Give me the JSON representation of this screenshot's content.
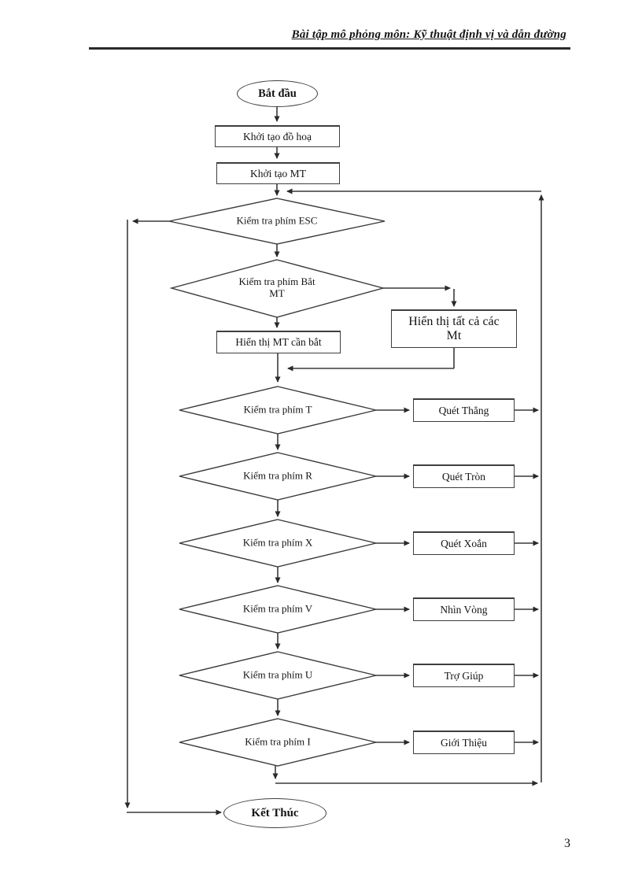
{
  "page": {
    "header": "Bài tập mô phỏng môn: Kỹ thuật định vị và dẫn đường",
    "page_number": "3"
  },
  "flow": {
    "start": "Bắt đầu",
    "init_graphics": "Khởi tạo đồ hoạ",
    "init_mt": "Khởi tạo MT",
    "check_esc": "Kiểm tra phím ESC",
    "check_catch_line1": "Kiểm tra phím Bắt",
    "check_catch_line2": "MT",
    "show_catch": "Hiển thị MT cần bắt",
    "show_all_line1": "Hiển thị tất cả các",
    "show_all_line2": "Mt",
    "rows": [
      {
        "diamond": "Kiểm tra phím T",
        "box": "Quét Thẳng"
      },
      {
        "diamond": "Kiểm tra phím R",
        "box": "Quét Tròn"
      },
      {
        "diamond": "Kiểm tra phím X",
        "box": "Quét Xoắn"
      },
      {
        "diamond": "Kiểm tra phím V",
        "box": "Nhìn Vòng"
      },
      {
        "diamond": "Kiểm tra phím U",
        "box": "Trợ Giúp"
      },
      {
        "diamond": "Kiểm tra phím I",
        "box": "Giới Thiệu"
      }
    ],
    "end": "Kết Thúc"
  },
  "colors": {
    "line": "#3a3a3a",
    "text": "#141414",
    "background": "#ffffff",
    "rule": "#2a2a2a"
  }
}
